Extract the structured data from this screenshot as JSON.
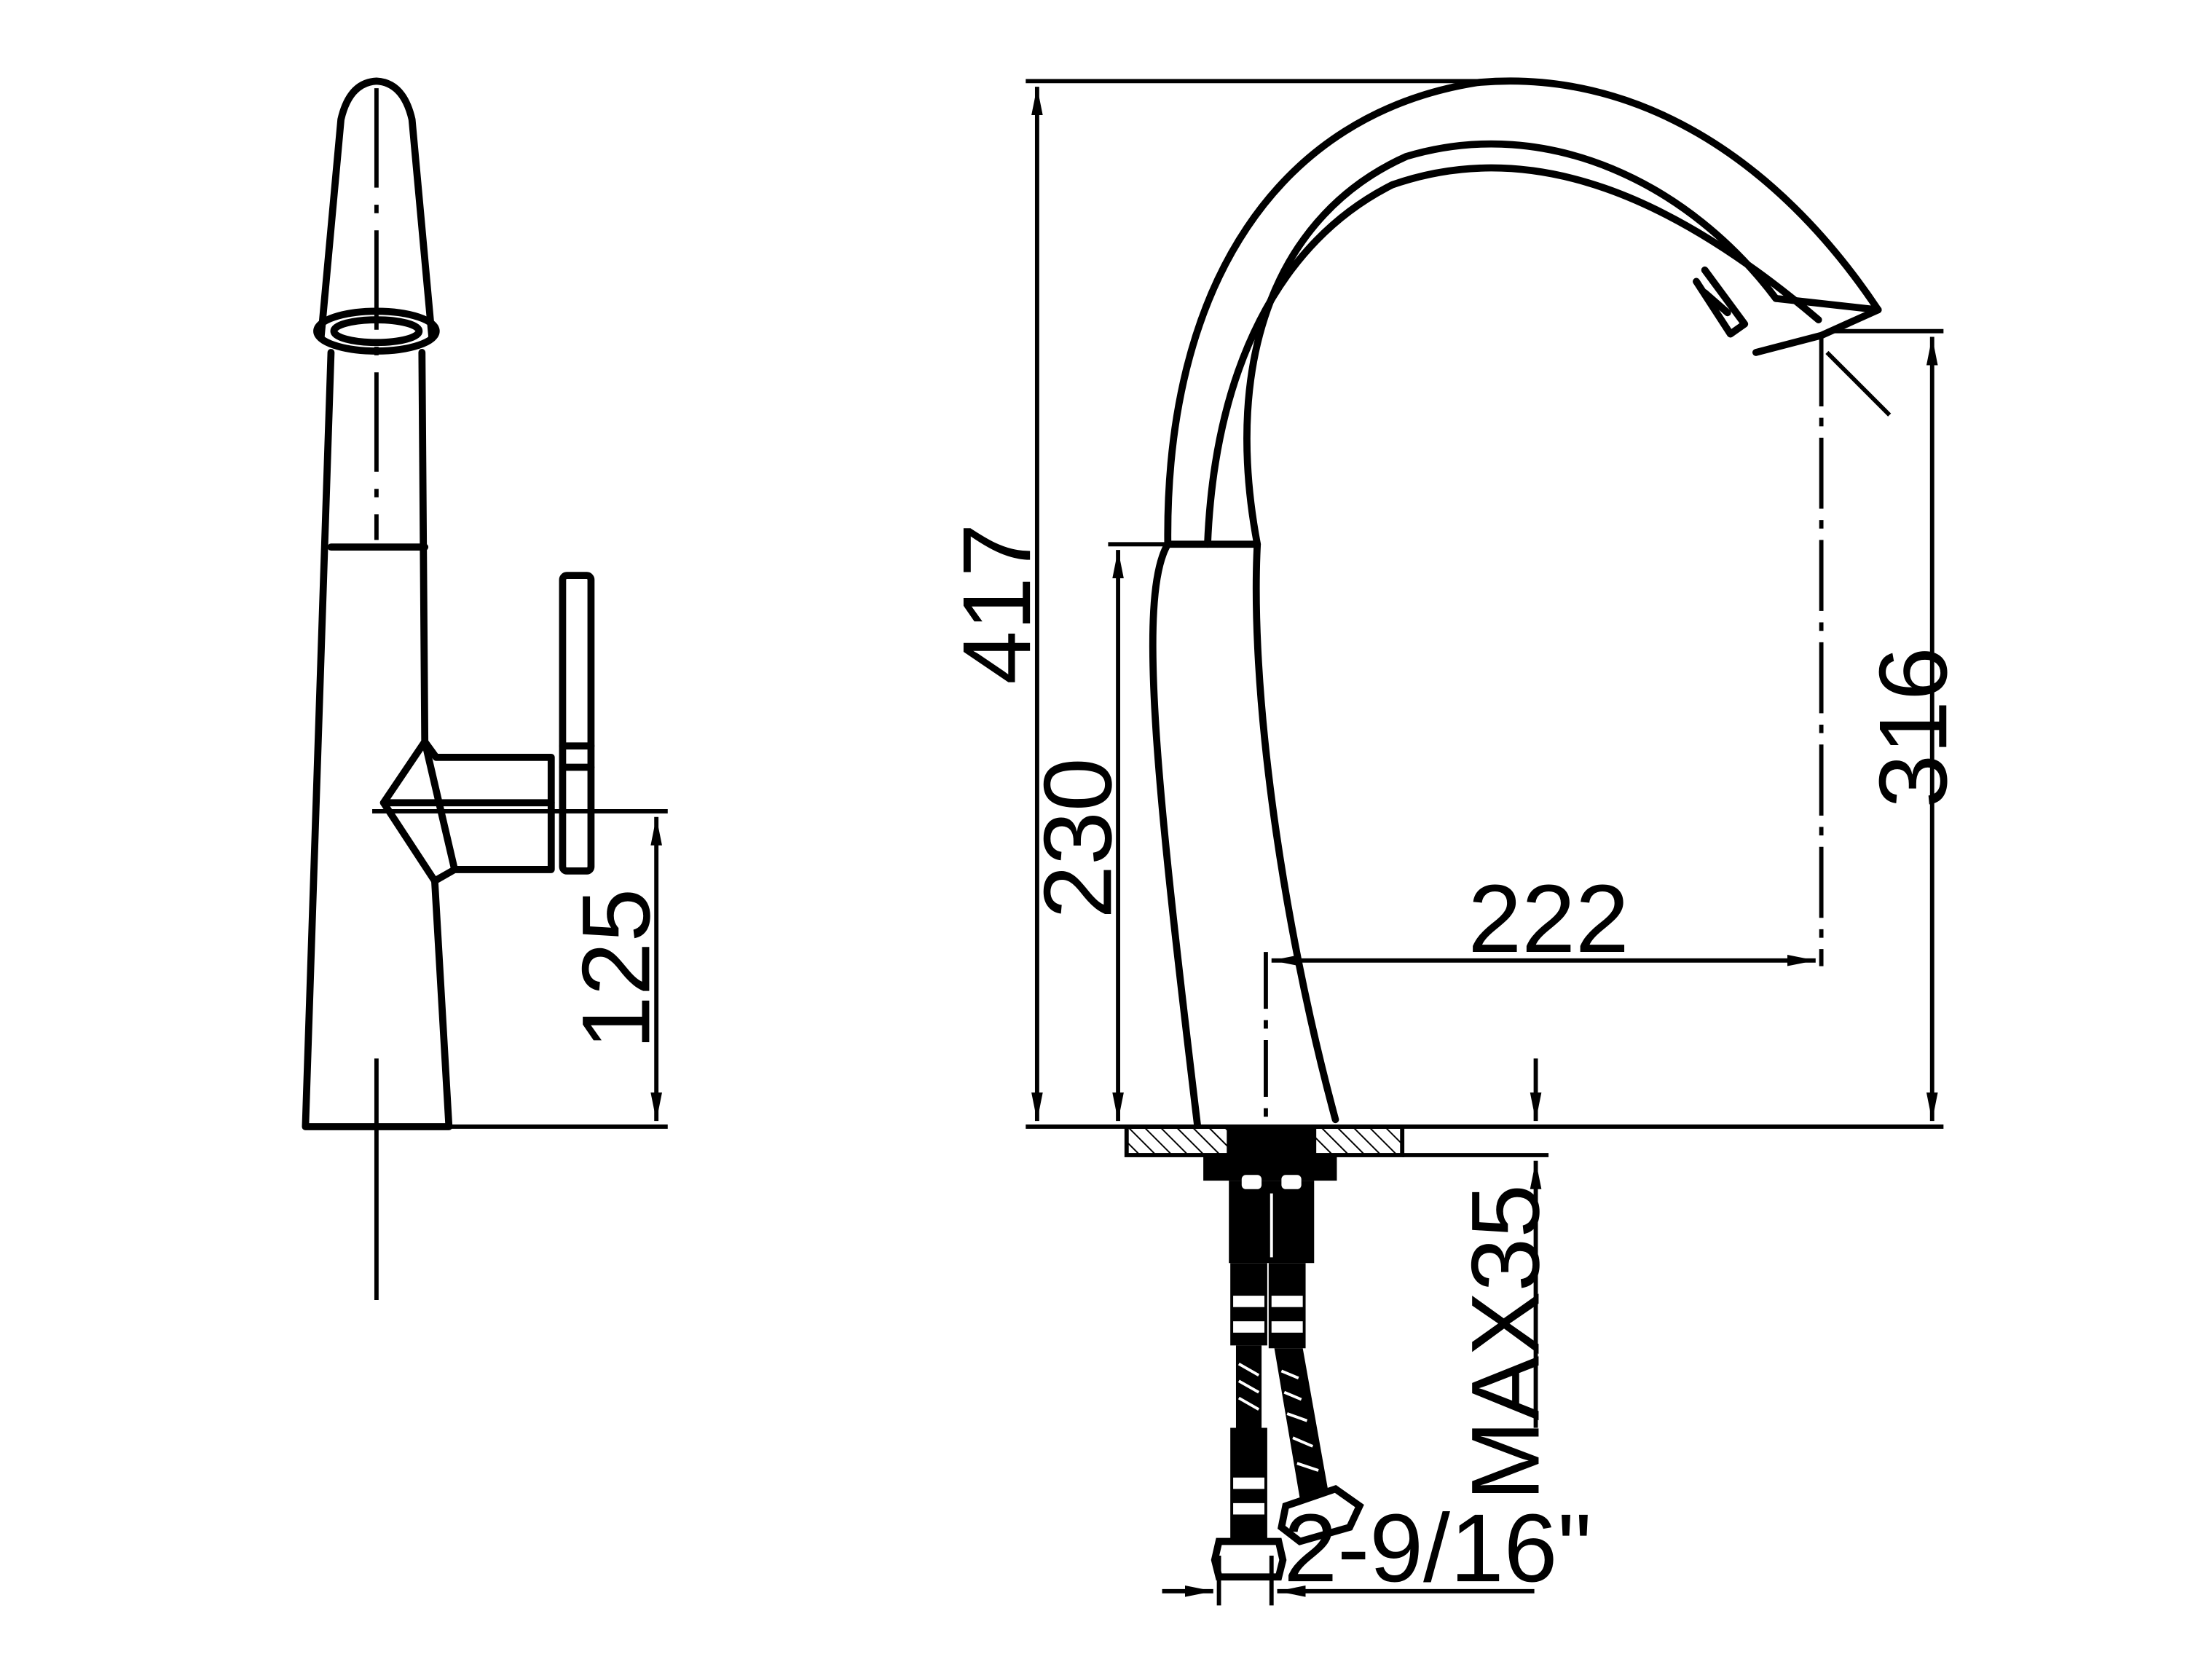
{
  "dimensions": {
    "side_handle_height": "125",
    "total_height": "417",
    "base_to_spout_start": "230",
    "spout_outlet_height": "316",
    "spout_reach": "222",
    "max_deck_thickness": "MAX35",
    "hose_connection": "2-9/16\""
  }
}
